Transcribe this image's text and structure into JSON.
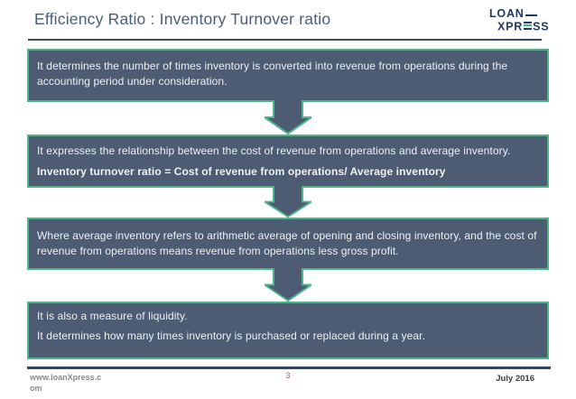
{
  "colors": {
    "accent_green": "#4fb488",
    "box_fill": "#4d5c73",
    "navy_line": "#35475e",
    "logo_navy": "#24395b",
    "title_text": "#4a5c77",
    "box_text": "#eef1f4",
    "page_number_text": "#9b6a56"
  },
  "header": {
    "title": "Efficiency Ratio : Inventory Turnover ratio",
    "logo": {
      "line1": "LOAN",
      "line2_prefix": "XPR",
      "line2_suffix": "SS"
    }
  },
  "boxes": [
    {
      "lines": [
        {
          "text": "It determines the number of times inventory is converted into revenue from operations during the accounting period under consideration."
        }
      ]
    },
    {
      "lines": [
        {
          "text": "It expresses the relationship between the cost of revenue from operations and average inventory."
        },
        {
          "text": "Inventory turnover ratio = Cost of revenue from operations/ Average inventory"
        }
      ]
    },
    {
      "lines": [
        {
          "text": "Where average inventory refers to arithmetic average of opening and closing inventory, and the cost of revenue from operations means revenue from operations less gross profit."
        }
      ]
    },
    {
      "lines": [
        {
          "text": "It is also a measure of liquidity."
        },
        {
          "text": "It determines how many times inventory is purchased or replaced during a year."
        }
      ]
    }
  ],
  "footer": {
    "website": "www.loanXpress.com",
    "page_number": "3",
    "date": "July 2016"
  }
}
